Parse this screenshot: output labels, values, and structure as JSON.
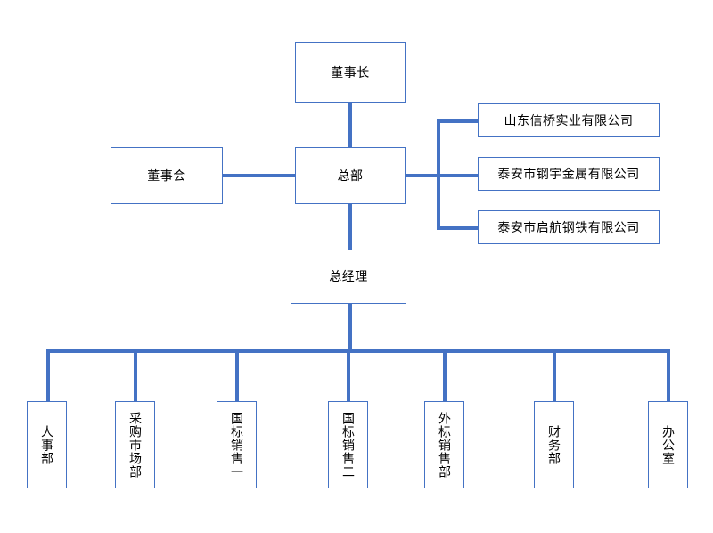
{
  "chart": {
    "title": "",
    "type": "org-chart",
    "colors": {
      "node_border": "#4472C4",
      "connector": "#4472C4",
      "node_fill": "#FFFFFF",
      "text": "#000000",
      "background": "#FFFFFF"
    },
    "nodes": {
      "chairman": {
        "label": "董事长",
        "orientation": "horizontal"
      },
      "board": {
        "label": "董事会",
        "orientation": "horizontal"
      },
      "headquarters": {
        "label": "总部",
        "orientation": "horizontal"
      },
      "general_manager": {
        "label": "总经理",
        "orientation": "horizontal"
      }
    },
    "subsidiaries": [
      {
        "label": "山东信桥实业有限公司"
      },
      {
        "label": "泰安市钢宇金属有限公司"
      },
      {
        "label": "泰安市启航钢铁有限公司"
      }
    ],
    "departments": [
      {
        "label": "人事部"
      },
      {
        "label": "采购市场部"
      },
      {
        "label": "国标销售一"
      },
      {
        "label": "国标销售二"
      },
      {
        "label": "外标销售部"
      },
      {
        "label": "财务部"
      },
      {
        "label": "办公室"
      }
    ]
  }
}
